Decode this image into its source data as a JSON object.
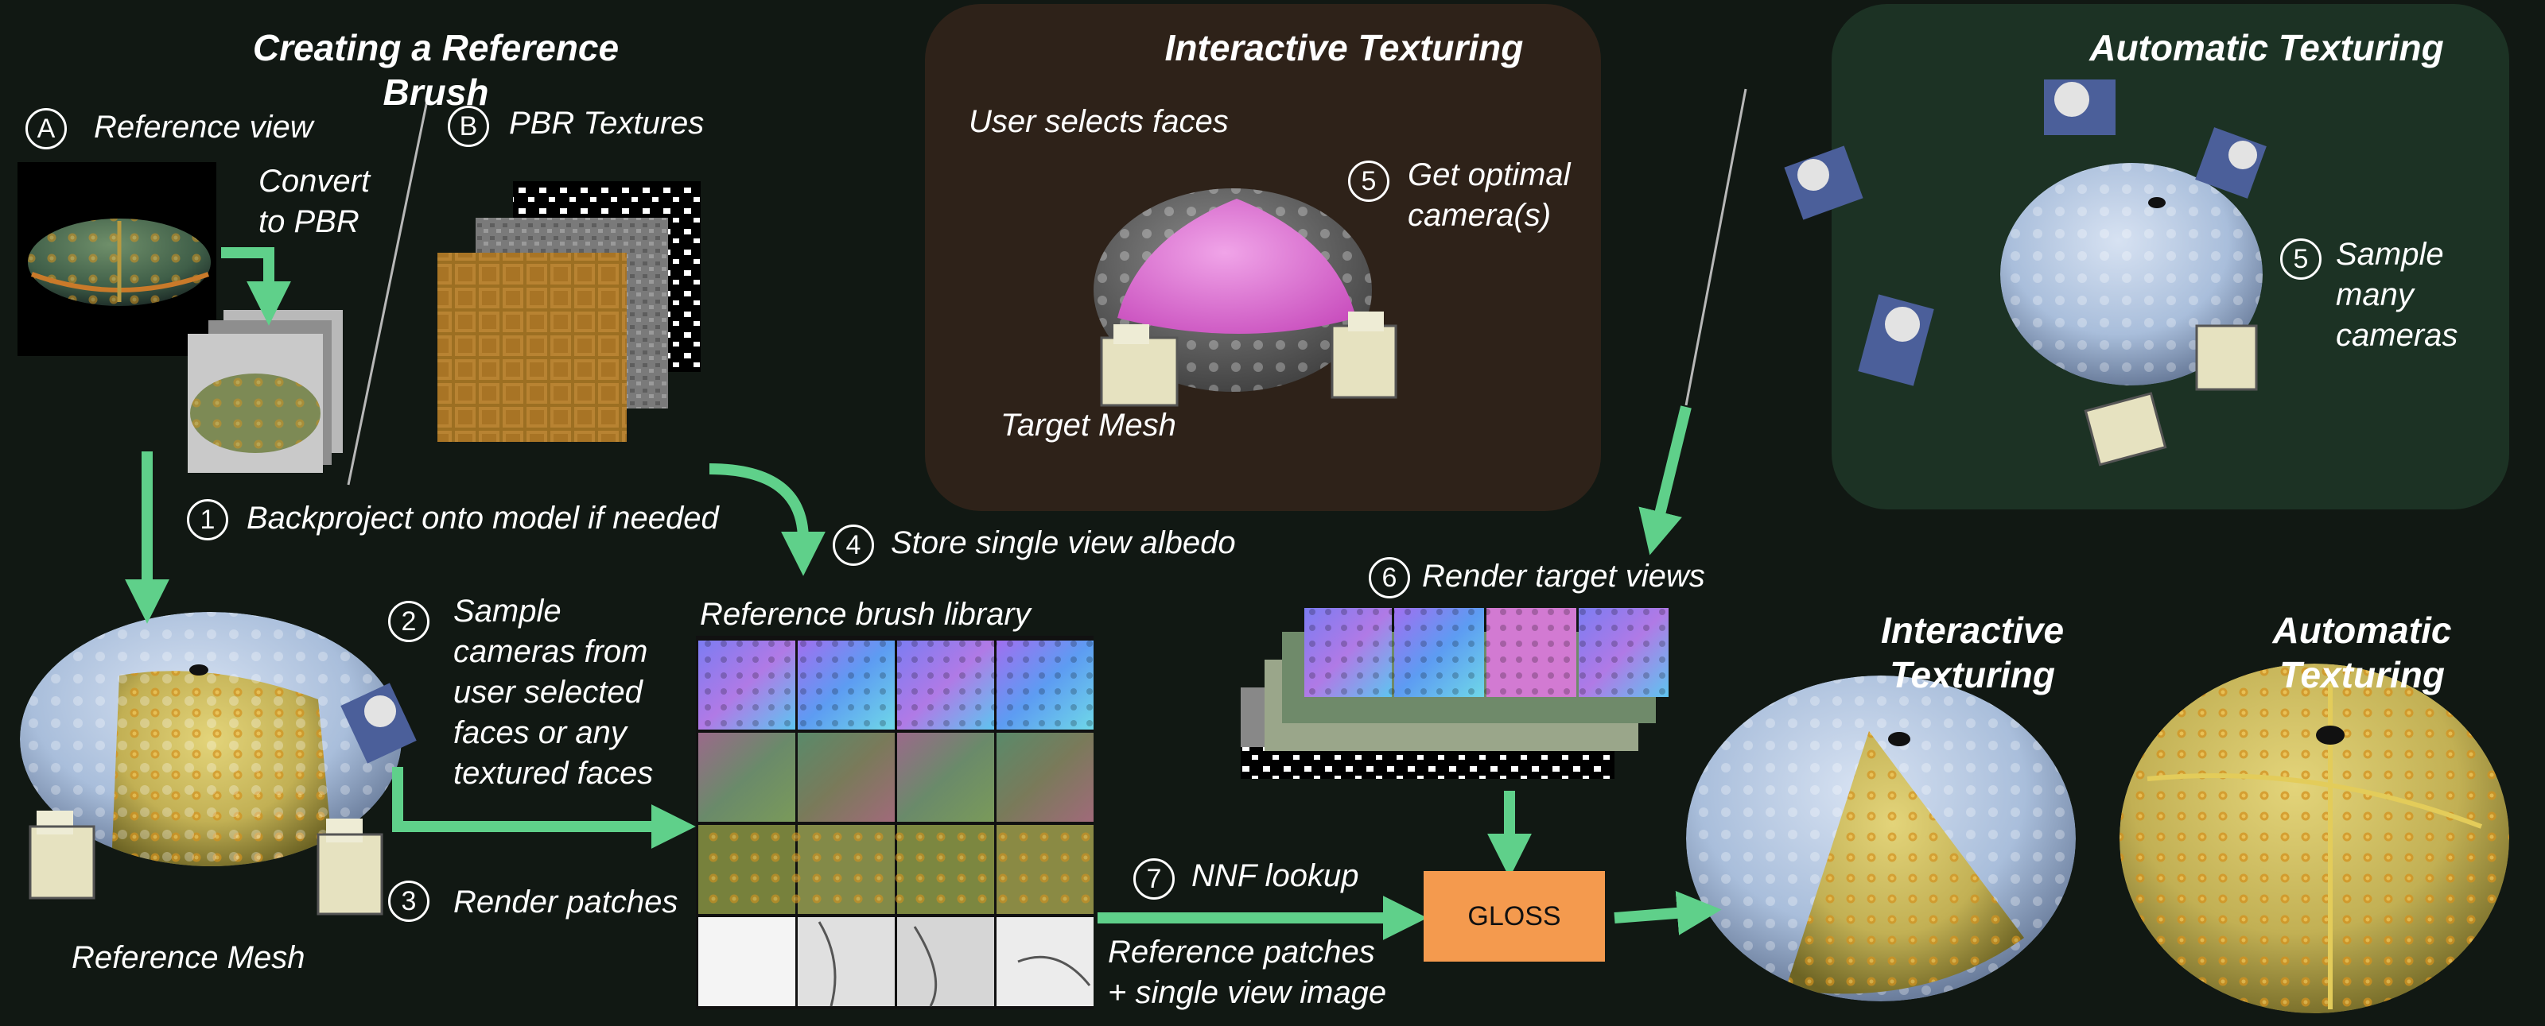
{
  "sections": {
    "reference_brush": "Creating a Reference Brush",
    "interactive": "Interactive Texturing",
    "automatic": "Automatic Texturing"
  },
  "labels": {
    "a_marker": "A",
    "reference_view": "Reference view",
    "convert_pbr": "Convert to PBR",
    "b_marker": "B",
    "pbr_textures": "PBR Textures",
    "user_selects_faces": "User selects faces",
    "target_mesh": "Target Mesh",
    "reference_mesh": "Reference Mesh",
    "reference_brush_library": "Reference brush library",
    "gloss": "GLOSS",
    "result_interactive": "Interactive Texturing",
    "result_automatic": "Automatic Texturing"
  },
  "steps": [
    {
      "num": "1",
      "text": "Backproject onto model if needed"
    },
    {
      "num": "2",
      "text": "Sample cameras from user selected faces or any textured faces"
    },
    {
      "num": "3",
      "text": "Render patches"
    },
    {
      "num": "4",
      "text": "Store single view albedo"
    },
    {
      "num": "5",
      "text": "Get optimal camera(s)"
    },
    {
      "num": "5",
      "text": "Sample many cameras"
    },
    {
      "num": "6",
      "text": "Render target views"
    },
    {
      "num": "7",
      "text": "NNF lookup"
    }
  ],
  "nnf_caption": "Reference patches + single view image",
  "colors": {
    "background": "#111813",
    "arrow": "#5fd08a",
    "interactive_panel": "#2e2219",
    "automatic_panel": "#1c3224",
    "gloss_box": "#f49a4e",
    "mesh_blue": "#a9bedb",
    "texture_yellow": "#c7b65a",
    "selection_pink": "#e07ad6"
  }
}
